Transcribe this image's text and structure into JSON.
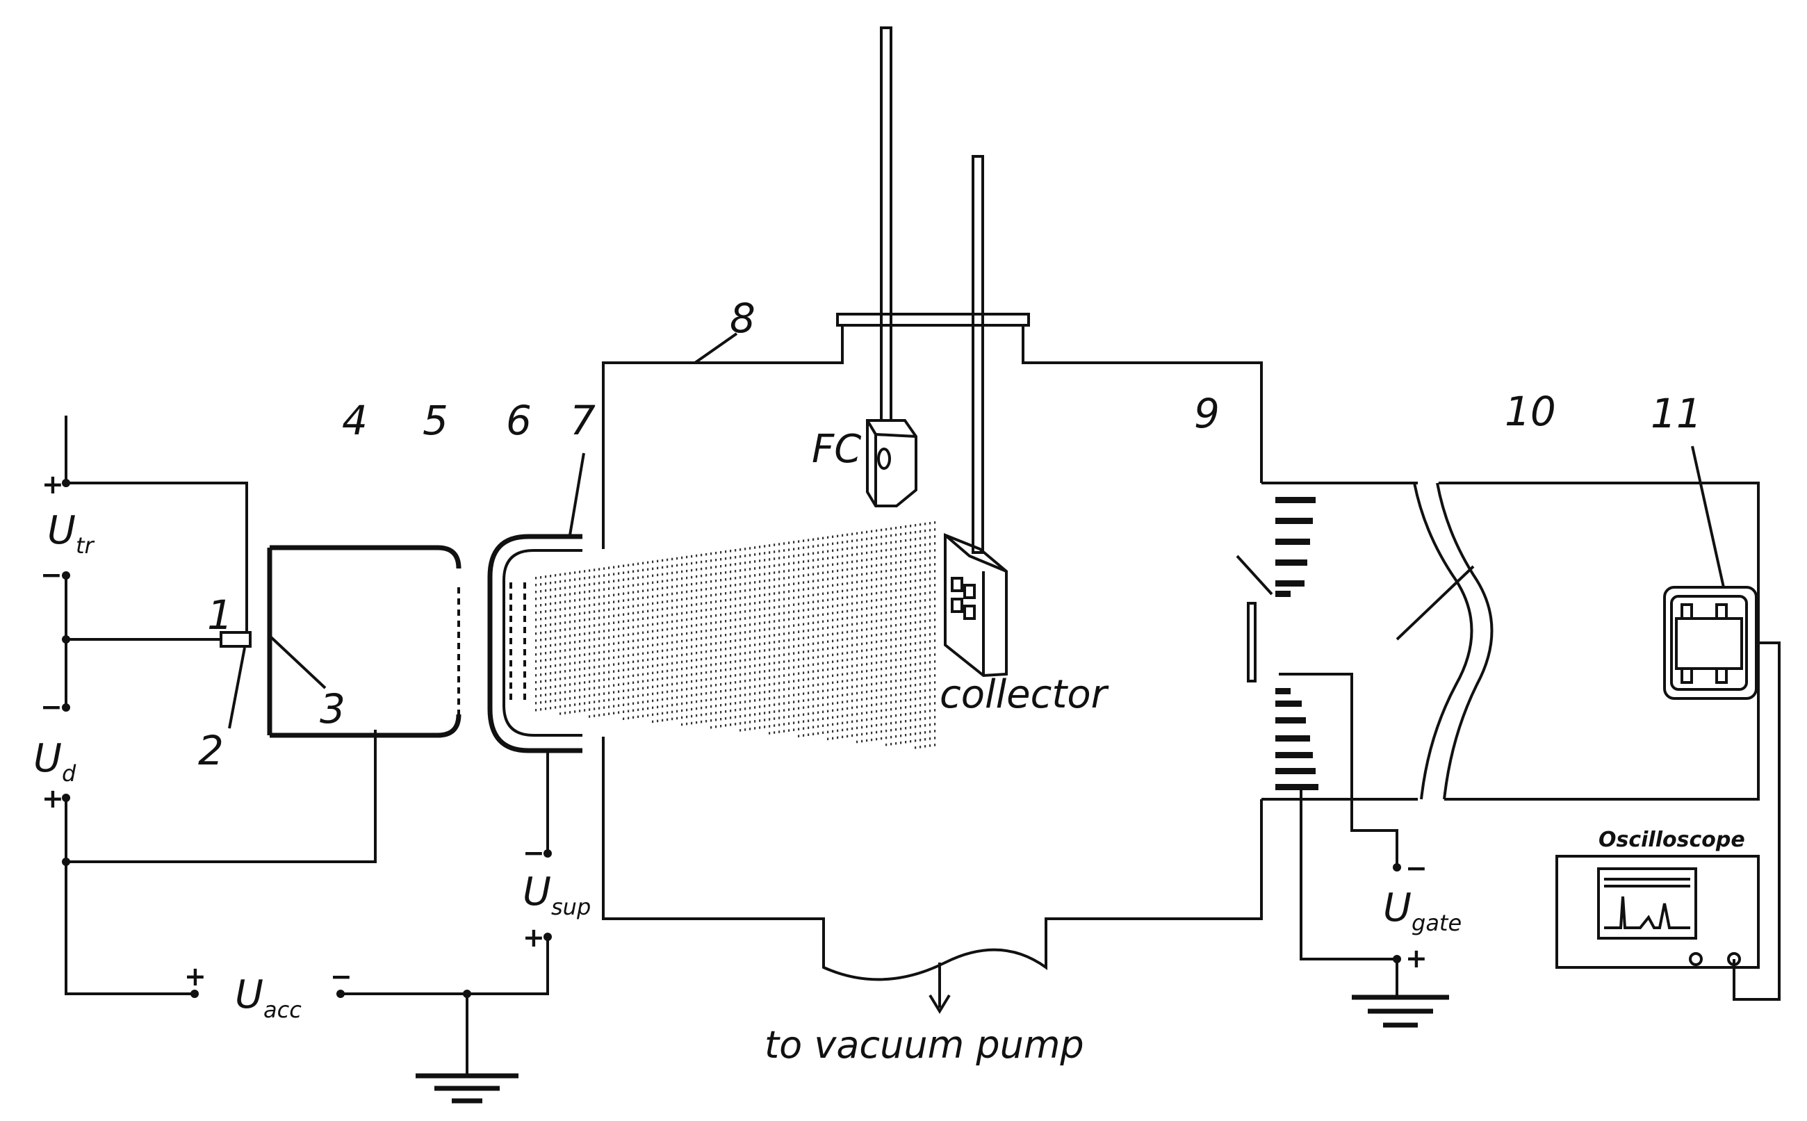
{
  "labels": {
    "numbers": [
      "1",
      "2",
      "3",
      "4",
      "5",
      "6",
      "7",
      "8",
      "9",
      "10",
      "11"
    ],
    "fc": "FC",
    "collector": "collector",
    "vacuum_pump": "to vacuum pump",
    "oscilloscope": "Oscilloscope"
  },
  "voltages": {
    "u_tr": {
      "main": "U",
      "sub": "tr"
    },
    "u_d": {
      "main": "U",
      "sub": "d"
    },
    "u_acc": {
      "main": "U",
      "sub": "acc"
    },
    "u_sup": {
      "main": "U",
      "sub": "sup"
    },
    "u_gate": {
      "main": "U",
      "sub": "gate"
    }
  },
  "polarity": {
    "plus": "+",
    "minus": "−"
  }
}
